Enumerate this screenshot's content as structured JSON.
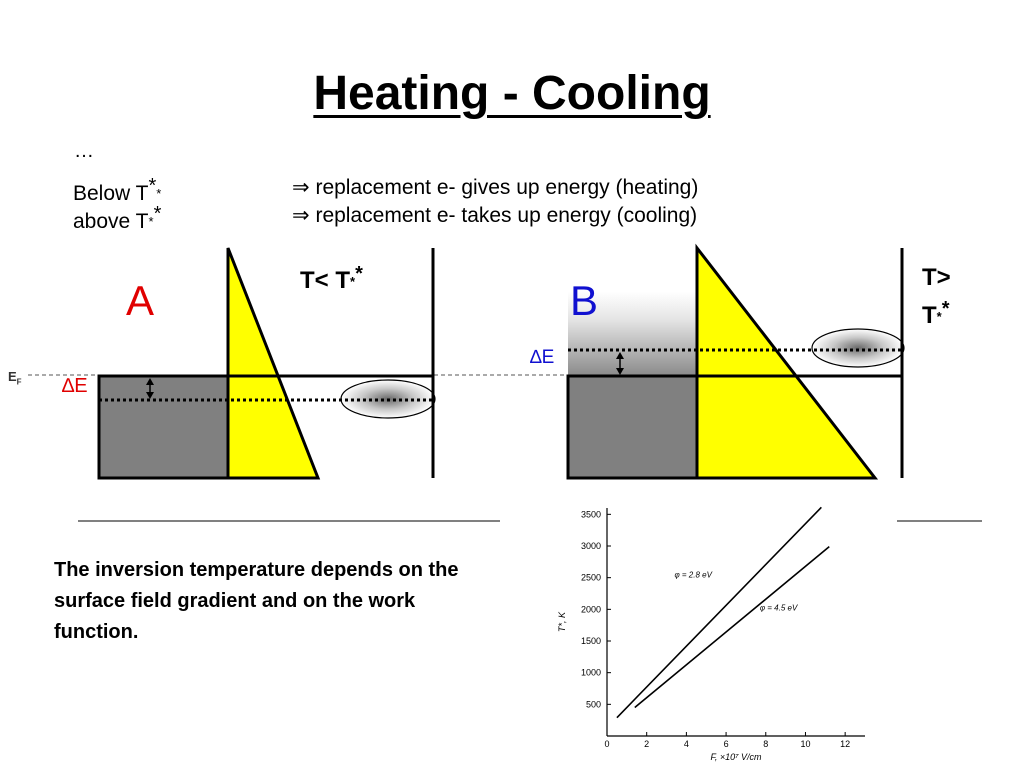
{
  "title": "Heating - Cooling",
  "ellipsis": "…",
  "rows": [
    {
      "prefix": "Below  T",
      "star_big": "*",
      "star_small": "*",
      "arrow": "⇒",
      "text": "replacement e- gives up energy (heating)"
    },
    {
      "prefix": "above  T",
      "star_small": "*",
      "star_big": "*",
      "arrow": "⇒",
      "text": "replacement e- takes up energy (cooling)"
    }
  ],
  "diagram_a": {
    "label": "A",
    "condition_prefix": "T< T",
    "condition_star_small": "*",
    "condition_star_big": "*",
    "delta_e": "∆E",
    "fermi_label": "E",
    "fermi_sub": "F"
  },
  "diagram_b": {
    "label": "B",
    "condition_line1": "T>",
    "condition_line2_prefix": "T",
    "condition_star_small": "*",
    "condition_star_big": "*",
    "delta_e": "∆E"
  },
  "caption": "The inversion temperature depends on the surface field gradient and on the work function.",
  "colors": {
    "red": "#e00000",
    "blue": "#1010d0",
    "yellow": "#ffff00",
    "gray": "#808080"
  },
  "chart_data": {
    "type": "line",
    "xlabel": "F, ×10⁷ V/cm",
    "ylabel": "T*, K",
    "xlim": [
      0,
      13
    ],
    "ylim": [
      0,
      3600
    ],
    "xticks": [
      0,
      2,
      4,
      6,
      8,
      10,
      12
    ],
    "yticks": [
      500,
      1000,
      1500,
      2000,
      2500,
      3000,
      3500
    ],
    "series": [
      {
        "name": "φ = 2.8 eV",
        "x": [
          0.5,
          10.8
        ],
        "y": [
          290,
          3610
        ]
      },
      {
        "name": "φ = 4.5 eV",
        "x": [
          1.4,
          11.2
        ],
        "y": [
          450,
          2990
        ]
      }
    ]
  }
}
